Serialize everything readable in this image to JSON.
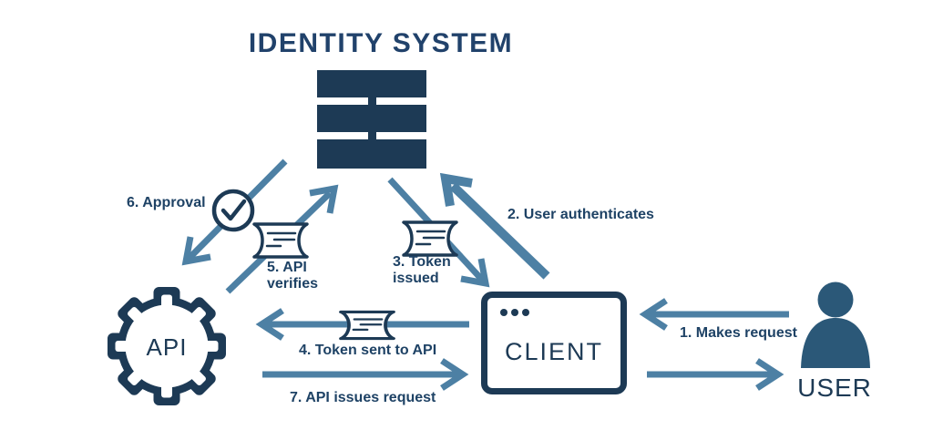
{
  "diagram_title": "IDENTITY SYSTEM",
  "nodes": {
    "identity": {
      "name": "IDENTITY SYSTEM",
      "icon": "server-stack-icon"
    },
    "api": {
      "name": "API",
      "icon": "gear-icon"
    },
    "client": {
      "name": "CLIENT",
      "icon": "browser-window-icon"
    },
    "user": {
      "name": "USER",
      "icon": "person-icon"
    }
  },
  "flows": [
    {
      "step": 1,
      "label": "1. Makes request",
      "from": "user",
      "to": "client",
      "icon": null
    },
    {
      "step": 2,
      "label": "2. User authenticates",
      "from": "client",
      "to": "identity",
      "icon": null
    },
    {
      "step": 3,
      "label": "3. Token issued",
      "from": "identity",
      "to": "client",
      "icon": "token-ticket-icon"
    },
    {
      "step": 4,
      "label": "4. Token sent to API",
      "from": "client",
      "to": "api",
      "icon": "token-ticket-icon"
    },
    {
      "step": 5,
      "label": "5. API verifies",
      "from": "api",
      "to": "identity",
      "icon": "token-ticket-icon"
    },
    {
      "step": 6,
      "label": "6. Approval",
      "from": "identity",
      "to": "api",
      "icon": "check-circle-icon"
    },
    {
      "step": 7,
      "label": "7. API issues request",
      "from": "api",
      "to": "client",
      "icon": null
    }
  ],
  "colors": {
    "navy": "#1d3a55",
    "steel_blue": "#4d80a4",
    "title_navy": "#21426b",
    "label_navy": "#1e4265",
    "user_fill": "#2b5878",
    "background": "#ffffff"
  }
}
